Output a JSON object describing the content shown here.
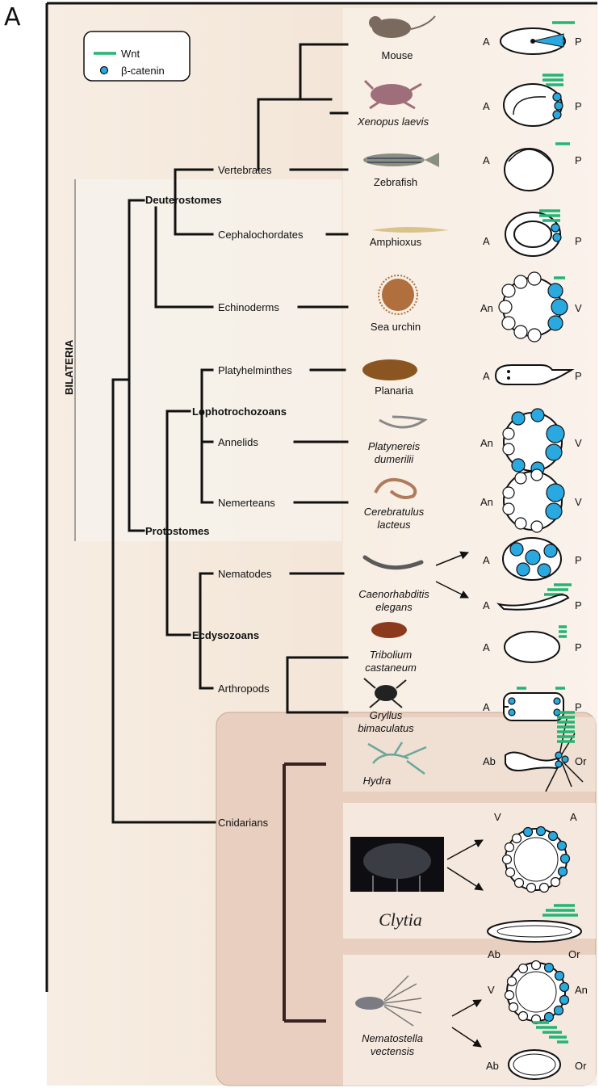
{
  "panel_letter": "A",
  "legend": {
    "wnt": "Wnt",
    "bcatenin": "β-catenin"
  },
  "clade_labels": {
    "bilateria": "BILATERIA",
    "deuterostomes": "Deuterostomes",
    "protostomes": "Protostomes",
    "lophotrochozoans": "Lophotrochozoans",
    "ecdysozoans": "Ecdysozoans",
    "vertebrates": "Vertebrates",
    "cephalochordates": "Cephalochordates",
    "echinoderms": "Echinoderms",
    "platyhelminthes": "Platyhelminthes",
    "annelids": "Annelids",
    "nemerteans": "Nemerteans",
    "nematodes": "Nematodes",
    "arthropods": "Arthropods",
    "cnidarians": "Cnidarians"
  },
  "species": {
    "mouse": "Mouse",
    "xenopus": "Xenopus laevis",
    "zebrafish": "Zebrafish",
    "amphioxus": "Amphioxus",
    "sea_urchin": "Sea urchin",
    "planaria": "Planaria",
    "platynereis_1": "Platynereis",
    "platynereis_2": "dumerilii",
    "cerebratulus_1": "Cerebratulus",
    "cerebratulus_2": "lacteus",
    "caenorhabditis_1": "Caenorhabditis",
    "caenorhabditis_2": "elegans",
    "tribolium_1": "Tribolium",
    "tribolium_2": "castaneum",
    "gryllus_1": "Gryllus",
    "gryllus_2": "bimaculatus",
    "hydra": "Hydra",
    "clytia": "Clytia",
    "nematostella_1": "Nematostella",
    "nematostella_2": "vectensis"
  },
  "axes": {
    "a": "A",
    "p": "P",
    "an": "An",
    "v": "V",
    "ab": "Ab",
    "or": "Or"
  },
  "colors": {
    "wnt": "#22b573",
    "bcatenin": "#29a9df",
    "background": "#f3e8dc",
    "cnidarian_box": "#ead2c2"
  }
}
